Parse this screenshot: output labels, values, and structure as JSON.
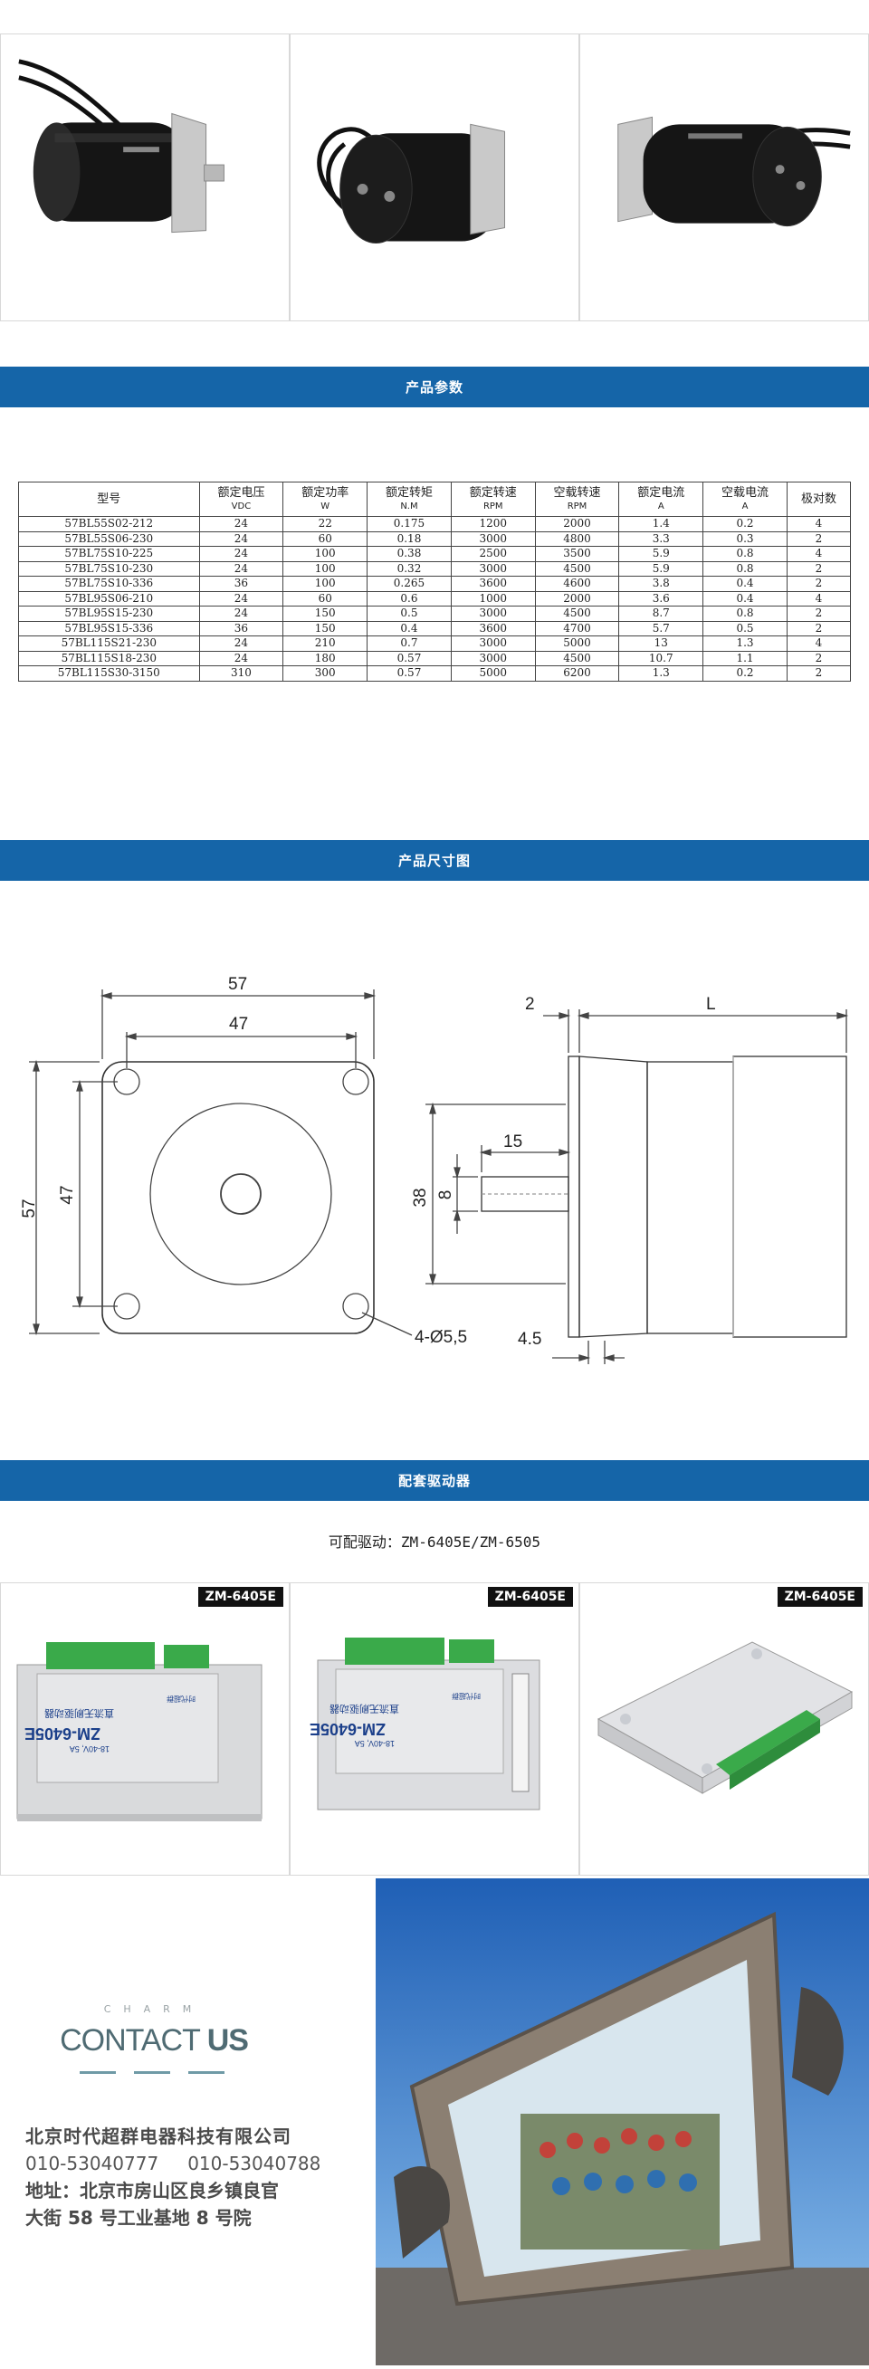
{
  "sections": {
    "params_title": "产品参数",
    "dimension_title": "产品尺寸图",
    "driver_title": "配套驱动器"
  },
  "spec_table": {
    "headers": [
      {
        "name": "型号",
        "unit": ""
      },
      {
        "name": "额定电压",
        "unit": "VDC"
      },
      {
        "name": "额定功率",
        "unit": "W"
      },
      {
        "name": "额定转矩",
        "unit": "N.M"
      },
      {
        "name": "额定转速",
        "unit": "RPM"
      },
      {
        "name": "空载转速",
        "unit": "RPM"
      },
      {
        "name": "额定电流",
        "unit": "A"
      },
      {
        "name": "空载电流",
        "unit": "A"
      },
      {
        "name": "极对数",
        "unit": ""
      }
    ],
    "rows": [
      [
        "57BL55S02-212",
        "24",
        "22",
        "0.175",
        "1200",
        "2000",
        "1.4",
        "0.2",
        "4"
      ],
      [
        "57BL55S06-230",
        "24",
        "60",
        "0.18",
        "3000",
        "4800",
        "3.3",
        "0.3",
        "2"
      ],
      [
        "57BL75S10-225",
        "24",
        "100",
        "0.38",
        "2500",
        "3500",
        "5.9",
        "0.8",
        "4"
      ],
      [
        "57BL75S10-230",
        "24",
        "100",
        "0.32",
        "3000",
        "4500",
        "5.9",
        "0.8",
        "2"
      ],
      [
        "57BL75S10-336",
        "36",
        "100",
        "0.265",
        "3600",
        "4600",
        "3.8",
        "0.4",
        "2"
      ],
      [
        "57BL95S06-210",
        "24",
        "60",
        "0.6",
        "1000",
        "2000",
        "3.6",
        "0.4",
        "4"
      ],
      [
        "57BL95S15-230",
        "24",
        "150",
        "0.5",
        "3000",
        "4500",
        "8.7",
        "0.8",
        "2"
      ],
      [
        "57BL95S15-336",
        "36",
        "150",
        "0.4",
        "3600",
        "4700",
        "5.7",
        "0.5",
        "2"
      ],
      [
        "57BL115S21-230",
        "24",
        "210",
        "0.7",
        "3000",
        "5000",
        "13",
        "1.3",
        "4"
      ],
      [
        "57BL115S18-230",
        "24",
        "180",
        "0.57",
        "3000",
        "4500",
        "10.7",
        "1.1",
        "2"
      ],
      [
        "57BL115S30-3150",
        "310",
        "300",
        "0.57",
        "5000",
        "6200",
        "1.3",
        "0.2",
        "2"
      ]
    ]
  },
  "dimensions": {
    "outer_width": "57",
    "hole_spacing_h": "47",
    "outer_height": "57",
    "hole_spacing_v": "47",
    "holes": "4-Ø5,5",
    "flange_thickness": "2",
    "body_length": "L",
    "shaft_length": "15",
    "shaft_diameter": "8",
    "pilot_diameter": "38",
    "pilot_length": "4.5"
  },
  "drivers": {
    "caption": "可配驱动：ZM-6405E/ZM-6505",
    "tags": [
      "ZM-6405E",
      "ZM-6405E",
      "ZM-6405E"
    ],
    "label_model": "ZM-6405E",
    "label_spec": "18-40V, 5A",
    "label_name": "直流无刷驱动器",
    "label_brand": "时代超群"
  },
  "contact": {
    "charm": "CHARM",
    "title_light": "CONTACT",
    "title_bold": "US",
    "company": "北京时代超群电器科技有限公司",
    "phone1": "010-53040777",
    "phone2": "010-53040788",
    "address_line1": "地址：北京市房山区良乡镇良官",
    "address_line2": "大街 58 号工业基地 8 号院"
  },
  "colors": {
    "banner": "#1565a8",
    "terminal_green": "#3aaa4a",
    "motor_black": "#151515"
  }
}
